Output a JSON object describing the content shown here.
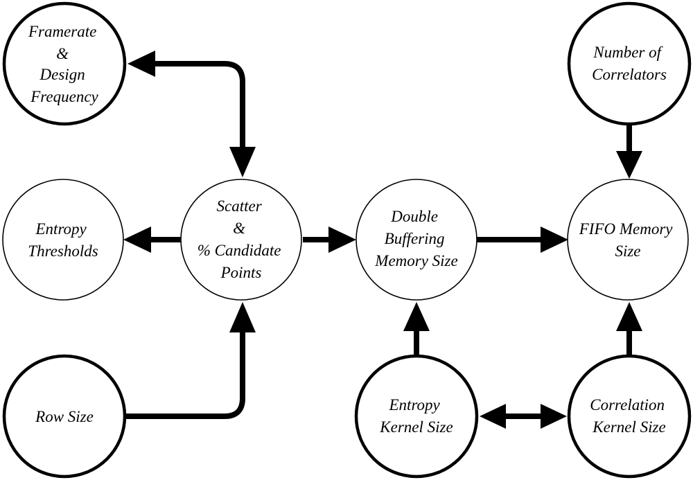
{
  "nodes": {
    "framerate": {
      "lines": [
        "Framerate",
        "&",
        "Design",
        "Frequency"
      ]
    },
    "entropy_thresholds": {
      "lines": [
        "Entropy",
        "Thresholds"
      ]
    },
    "row_size": {
      "lines": [
        "Row Size"
      ]
    },
    "scatter": {
      "lines": [
        "Scatter",
        "&",
        "% Candidate",
        "Points"
      ]
    },
    "double_buffering": {
      "lines": [
        "Double",
        "Buffering",
        "Memory Size"
      ]
    },
    "entropy_kernel": {
      "lines": [
        "Entropy",
        "Kernel Size"
      ]
    },
    "number_correlators": {
      "lines": [
        "Number of",
        "Correlators"
      ]
    },
    "fifo_memory": {
      "lines": [
        "FIFO Memory",
        "Size"
      ]
    },
    "correlation_kernel": {
      "lines": [
        "Correlation",
        "Kernel Size"
      ]
    }
  },
  "edges": [
    {
      "from": "scatter",
      "to": "framerate",
      "direction": "both"
    },
    {
      "from": "scatter",
      "to": "entropy_thresholds",
      "direction": "forward"
    },
    {
      "from": "scatter",
      "to": "double_buffering",
      "direction": "forward"
    },
    {
      "from": "row_size",
      "to": "scatter",
      "direction": "forward"
    },
    {
      "from": "double_buffering",
      "to": "fifo_memory",
      "direction": "forward"
    },
    {
      "from": "entropy_kernel",
      "to": "double_buffering",
      "direction": "forward"
    },
    {
      "from": "number_correlators",
      "to": "fifo_memory",
      "direction": "forward"
    },
    {
      "from": "correlation_kernel",
      "to": "fifo_memory",
      "direction": "forward"
    },
    {
      "from": "entropy_kernel",
      "to": "correlation_kernel",
      "direction": "both"
    }
  ]
}
